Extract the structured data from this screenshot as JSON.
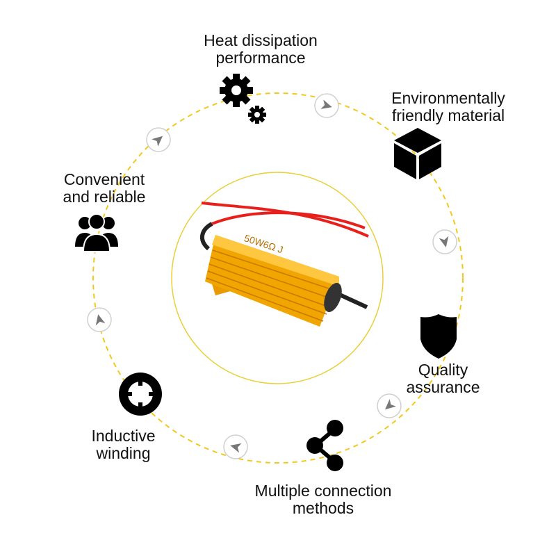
{
  "features": [
    {
      "id": "heat",
      "line1": "Heat dissipation",
      "line2": "performance",
      "icon": "gears-icon"
    },
    {
      "id": "env",
      "line1": "Environmentally",
      "line2": "friendly material",
      "icon": "cube-icon"
    },
    {
      "id": "quality",
      "line1": "Quality",
      "line2": "assurance",
      "icon": "shield-icon"
    },
    {
      "id": "connection",
      "line1": "Multiple connection",
      "line2": "methods",
      "icon": "share-icon"
    },
    {
      "id": "winding",
      "line1": "Inductive",
      "line2": "winding",
      "icon": "ring-gear-icon"
    },
    {
      "id": "convenient",
      "line1": "Convenient",
      "line2": "and reliable",
      "icon": "users-icon"
    }
  ],
  "product": {
    "marking": "50W6Ω J"
  },
  "colors": {
    "ring": "#f2c81e",
    "center_border": "#e9cf3a",
    "gold": "#f0a500",
    "wire": "#e8201c"
  }
}
